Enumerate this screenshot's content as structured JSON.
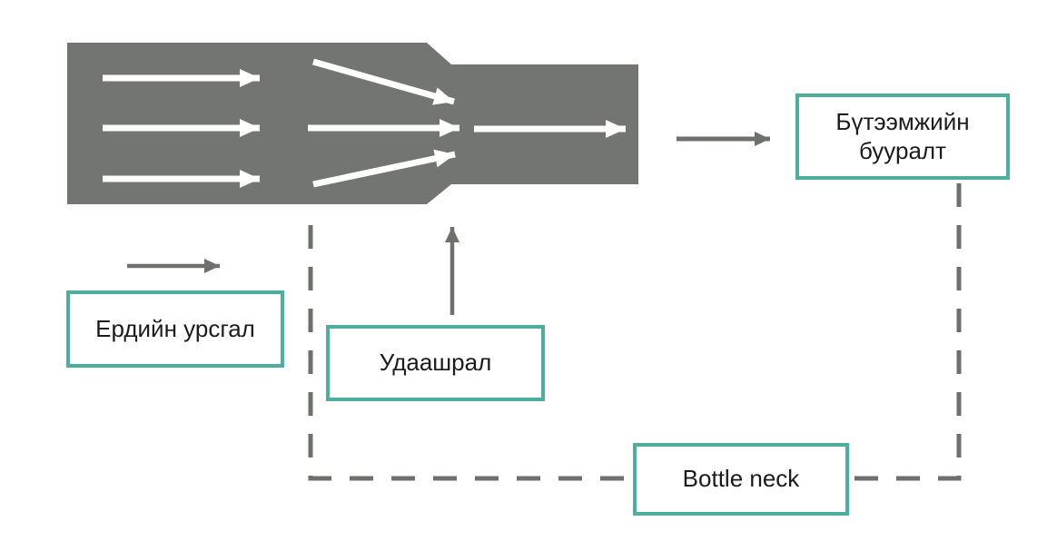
{
  "colors": {
    "shape-gray": "#737573",
    "arrow-gray": "#6e706e",
    "accent-teal": "#4dae9d",
    "text-color": "#1b1b1b",
    "bg": "#ffffff"
  },
  "labels": {
    "productivity_drop": {
      "line1": "Бүтээмжийн",
      "line2": "бууралт"
    },
    "normal_flow": "Ердийн урсгал",
    "slowdown": "Удаашрал",
    "bottleneck": "Bottle neck"
  }
}
